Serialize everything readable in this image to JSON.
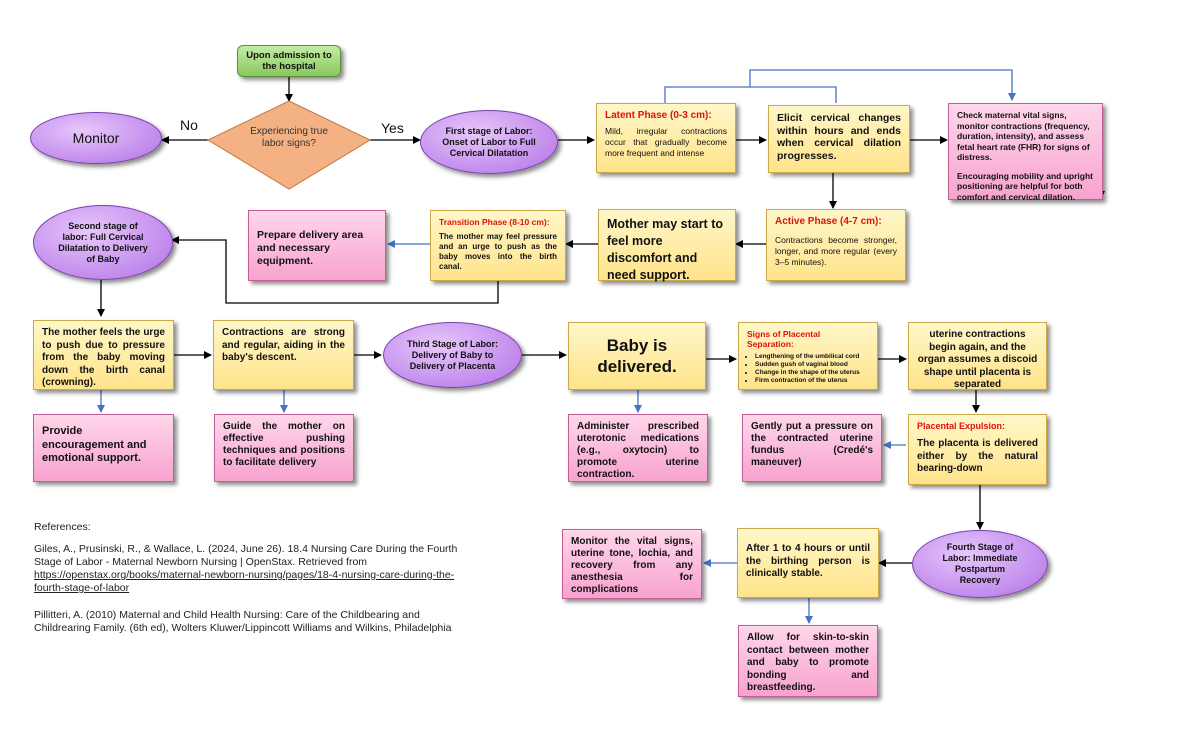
{
  "start": "Upon admission to the hospital",
  "decision": "Experiencing true labor signs?",
  "no_label": "No",
  "yes_label": "Yes",
  "monitor": "Monitor",
  "stage1": "First stage of Labor: Onset of Labor to Full Cervical Dilatation",
  "latent_title": "Latent Phase (0-3 cm):",
  "latent_body": "Mild, irregular contractions occur that gradually become more frequent and intense",
  "elicit": "Elicit cervical changes within hours and ends when cervical dilation progresses.",
  "check_vitals_1": "Check maternal vital signs, monitor contractions (frequency, duration, intensity), and assess fetal heart rate (FHR) for signs of distress.",
  "check_vitals_2": "Encouraging mobility and upright positioning are helpful for both comfort and cervical dilation.",
  "active_title": "Active Phase (4-7 cm):",
  "active_body": "Contractions become stronger, longer, and more regular (every 3–5 minutes).",
  "discomfort": "Mother may start to feel more discomfort and need support.",
  "transition_title": "Transition Phase (8-10 cm):",
  "transition_body": "The mother may feel pressure and an urge to push as the baby moves into the birth canal.",
  "prepare": "Prepare delivery area and necessary equipment.",
  "stage2": "Second stage of labor: Full Cervical Dilatation to Delivery of Baby",
  "urge_push": "The mother feels the urge to push due to pressure from the baby moving down the birth canal (crowning).",
  "contractions_strong": "Contractions are strong and regular, aiding in the baby's descent.",
  "stage3": "Third Stage of Labor: Delivery of Baby to Delivery of Placenta",
  "baby_delivered": "Baby is delivered.",
  "signs_title": "Signs of Placental Separation:",
  "signs": [
    "Lengthening of the umbilical cord",
    "Sudden gush of vaginal blood",
    "Change in the shape of the uterus",
    "Firm contraction of the uterus"
  ],
  "uterine_resume": "uterine contractions begin again, and the organ assumes a discoid shape until placenta is separated",
  "encouragement": "Provide encouragement and emotional support.",
  "guide_mother": "Guide the mother on effective pushing techniques and positions to facilitate delivery",
  "uterotonic": "Administer prescribed uterotonic medications (e.g., oxytocin) to promote uterine contraction.",
  "credes": "Gently put a pressure on the contracted uterine fundus (Credé's maneuver)",
  "expulsion_title": "Placental Expulsion:",
  "expulsion_body": "The placenta is delivered either by the natural bearing-down",
  "stage4": "Fourth Stage of Labor: Immediate Postpartum Recovery",
  "after_hours": "After 1 to 4 hours or until the birthing person is clinically stable.",
  "monitor_vitals": "Monitor the vital signs, uterine tone, lochia, and recovery from any anesthesia for complications",
  "skin_to_skin": "Allow for skin-to-skin contact between mother and baby to promote bonding and breastfeeding.",
  "references": {
    "heading": "References:",
    "ref1_pre": "Giles, A., Prusinski, R., & Wallace, L. (2024, June 26). 18.4 Nursing Care During the Fourth Stage of Labor - Maternal Newborn Nursing | OpenStax. Retrieved from ",
    "ref1_link": "https://openstax.org/books/maternal-newborn-nursing/pages/18-4-nursing-care-during-the-fourth-stage-of-labor",
    "ref2": "Pillitteri, A. (2010) Maternal and Child Health Nursing: Care of the Childbearing and Childrearing Family. (6th ed), Wolters Kluwer/Lippincott Williams and Wilkins, Philadelphia"
  },
  "colors": {
    "arrow_black": "#000000",
    "arrow_blue": "#4472c4",
    "red_title": "#e0100e"
  }
}
